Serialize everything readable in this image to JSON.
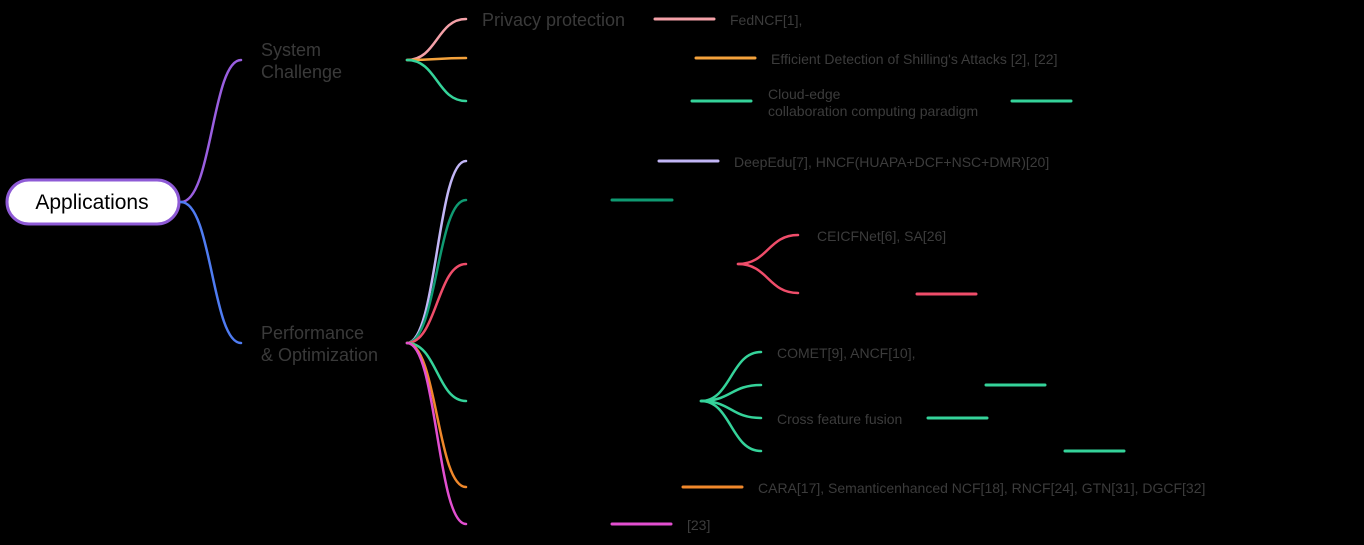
{
  "root": {
    "label": "Applications"
  },
  "colors": {
    "root_border": "#8e5ad6",
    "system_branch": "#9a5fe0",
    "performance_branch": "#4f7cf2",
    "pink": "#f4a1a8",
    "orange": "#f4a23c",
    "green": "#35d39a",
    "lavender": "#c2b6f6",
    "dark_green": "#0f9a72",
    "red": "#ef4d6a",
    "dark_orange": "#f0882b",
    "magenta": "#e24fd0"
  },
  "branches": {
    "system_challenge": {
      "line1": "System",
      "line2": "Challenge"
    },
    "performance": {
      "line1": "Performance",
      "line2": "& Optimization"
    }
  },
  "nodes": {
    "privacy": {
      "label": "Privacy protection"
    }
  },
  "leaves": {
    "fedncf": "FedNCF[1],",
    "shilling": "Efficient Detection of Shilling's Attacks [2], [22]",
    "cloud_line1": "Cloud-edge",
    "cloud_line2": "collaboration computing paradigm",
    "deepedu": "DeepEdu[7], HNCF(HUAPA+DCF+NSC+DMR)[20]",
    "ceicfnet": "CEICFNet[6], SA[26]",
    "comet": "COMET[9], ANCF[10],",
    "cross_feature": "Cross feature fusion",
    "cara": "CARA[17], Semanticenhanced NCF[18], RNCF[24], GTN[31], DGCF[32]",
    "ref23": "[23]"
  }
}
